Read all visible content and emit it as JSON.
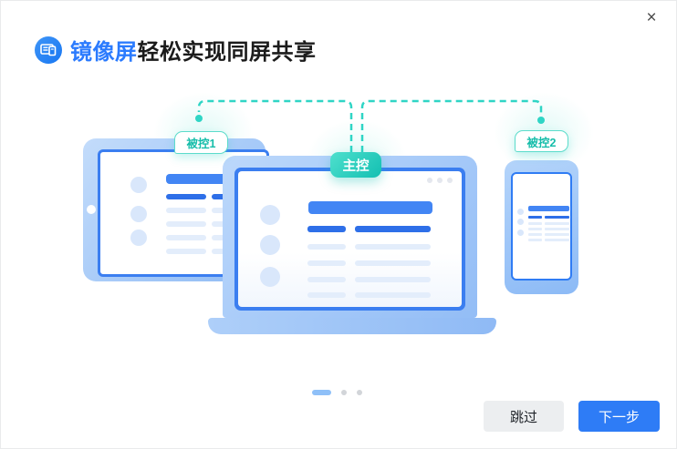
{
  "dialog": {
    "close_icon": "×"
  },
  "header": {
    "icon": "mirror-screen-icon",
    "title_highlight": "镜像屏",
    "title_rest": "轻松实现同屏共享"
  },
  "illustration": {
    "badges": {
      "controlled1": "被控1",
      "master": "主控",
      "controlled2": "被控2"
    },
    "devices": [
      "tablet",
      "laptop",
      "phone"
    ]
  },
  "pagination": {
    "total": 3,
    "active_index": 0
  },
  "footer": {
    "skip_label": "跳过",
    "next_label": "下一步"
  },
  "colors": {
    "accent_blue": "#2b7bfe",
    "teal": "#2fd5c5",
    "primary_button": "#2e7cf6",
    "secondary_button_bg": "#eceef0",
    "device_frame_blue": "#3b7ef0"
  }
}
